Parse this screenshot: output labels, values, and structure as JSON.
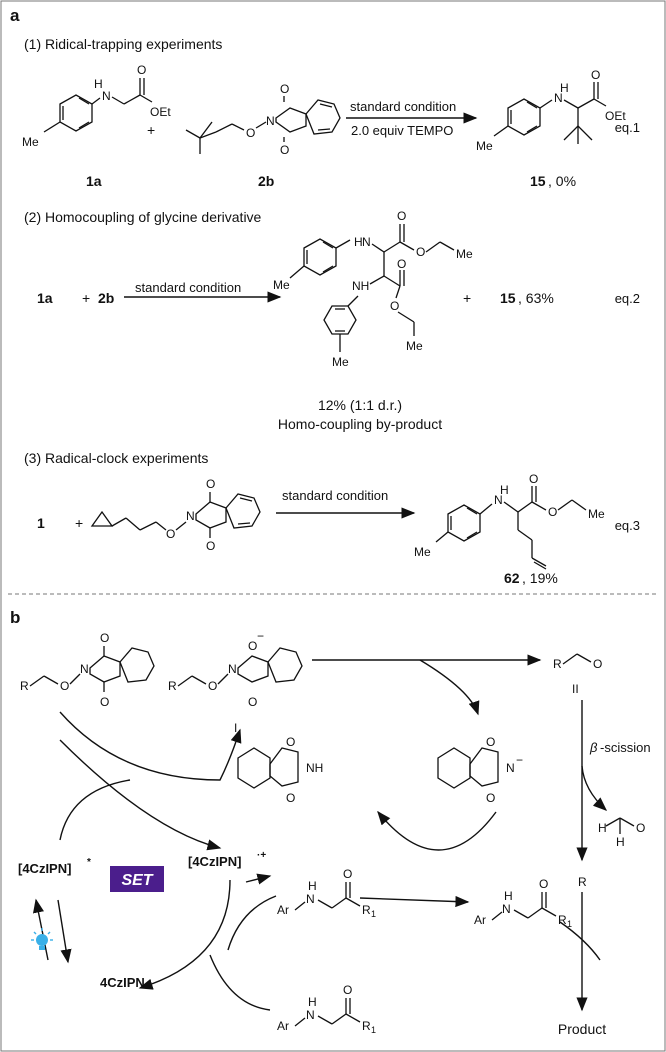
{
  "panel_a": {
    "label": "a",
    "section1_title": "(1) Ridical-trapping experiments",
    "section2_title": "(2) Homocoupling of glycine derivative",
    "section3_title": "(3) Radical-clock experiments",
    "eq1": {
      "reagent_a": "1a",
      "reagent_b": "2b",
      "condition1": "standard condition",
      "condition2": "2.0 equiv TEMPO",
      "product_num": "15",
      "product_yield": ", 0%",
      "tag": "eq.1",
      "plus": "+"
    },
    "eq2": {
      "reagent_a": "1a",
      "reagent_b": "2b",
      "plus1": "+",
      "plus2": "+",
      "condition": "standard condition",
      "product_num": "15",
      "product_yield": ", 63%",
      "byproduct_yield": "12% (1:1 d.r.)",
      "byproduct_label": "Homo-coupling by-product",
      "tag": "eq.2"
    },
    "eq3": {
      "reagent": "1",
      "plus": "+",
      "condition": "standard condition",
      "product_num": "62",
      "product_yield": ", 19%",
      "tag": "eq.3"
    },
    "atoms": {
      "Me": "Me",
      "H": "H",
      "N": "N",
      "O": "O",
      "OEt": "OEt",
      "NH": "NH"
    }
  },
  "panel_b": {
    "label": "b",
    "I": "I",
    "II": "II",
    "beta": "β",
    "beta_scission": "-scission",
    "cat_excited": "[4CzIPN]",
    "cat_excited_sup": "*",
    "cat_radcation": "[4CzIPN]",
    "cat_radcation_sup": "·+",
    "cat_ground": "4CzIPN",
    "set_badge": "SET",
    "Ar": "Ar",
    "R": "R",
    "R1": "R",
    "R1_sub": "1",
    "R_radical": "R",
    "product": "Product",
    "minus": "−",
    "set_color": "#4b1e8c",
    "bulb_color": "#3ab0e8"
  }
}
